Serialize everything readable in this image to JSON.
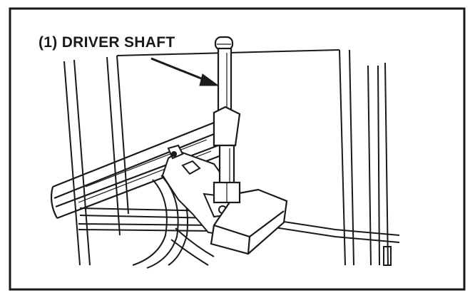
{
  "callout": {
    "number": "(1)",
    "label": "DRIVER SHAFT"
  },
  "colors": {
    "ink": "#1a1a1a",
    "paper": "#ffffff",
    "shade": "#d9d9d9"
  },
  "icons": [
    "arrow-pointer",
    "driver-shaft",
    "press-frame",
    "wooden-block",
    "axle-beam",
    "bracket-bolt"
  ]
}
